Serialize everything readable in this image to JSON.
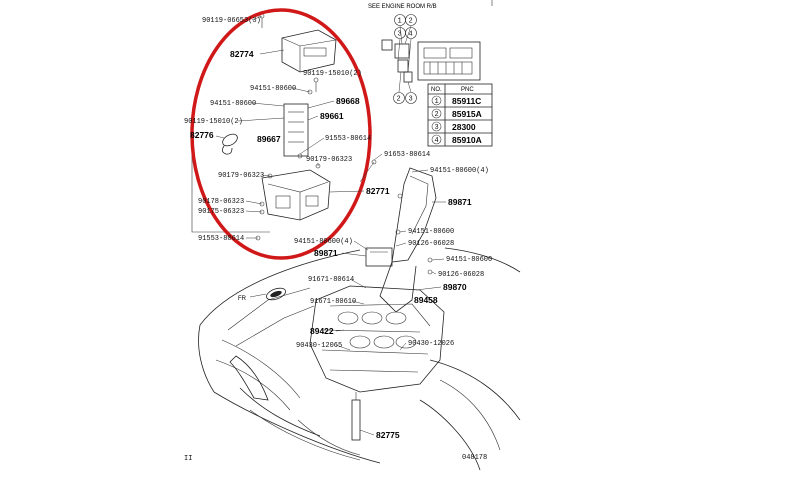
{
  "ref_header": "SEE ENGINE ROOM R/B",
  "table": {
    "head_no": "NO.",
    "head_pnc": "PNC",
    "rows": [
      {
        "no": "1",
        "pnc": "85911C"
      },
      {
        "no": "2",
        "pnc": "85915A"
      },
      {
        "no": "3",
        "pnc": "28300"
      },
      {
        "no": "4",
        "pnc": "85910A"
      }
    ]
  },
  "callouts": {
    "n1": "1",
    "n2": "2",
    "n3": "3",
    "n4": "4",
    "n2b": "2",
    "n3b": "3"
  },
  "parts": {
    "p90119_top": "90119-06653(3)",
    "p82774": "82774",
    "p90119_15010": "90119-15010(2)",
    "p94151_80600_a": "94151-80600",
    "p94151_80600_b": "94151-80600",
    "p89668": "89668",
    "p90119_15010_2": "90119-15010(2)",
    "p89661": "89661",
    "p82776": "82776",
    "p89667": "89667",
    "p91553_80614_a": "91553-80614",
    "p91653_80614": "91653-80614",
    "p90179_06323_a": "90179-06323",
    "p90179_06323_b": "90179-06323",
    "p94151_80600_4a": "94151-80600(4)",
    "p82771": "82771",
    "p90178_06323": "90178-06323",
    "p90175_06323": "90175-06323",
    "p89871_a": "89871",
    "p91553_80614_b": "91553-80614",
    "p94151_80600_4b": "94151-80600(4)",
    "p94151_80600_c": "94151-80600",
    "p90126_06028_a": "90126-06028",
    "p89871_b": "89871",
    "p94151_80600_d": "94151-80600",
    "p90126_06028_b": "90126-06028",
    "p91671_80614": "91671-80614",
    "p89870": "89870",
    "p91671_80610": "91671-80610",
    "p89458": "89458",
    "p89422": "89422",
    "p90430_12065": "90430-12065",
    "p90430_12026": "90430-12026",
    "p82775": "82775",
    "fr_mark": "FR",
    "diagram_code": "048178",
    "corner_mark": "II"
  },
  "colors": {
    "highlight_circle": "#d01818",
    "line_art": "#222222"
  }
}
